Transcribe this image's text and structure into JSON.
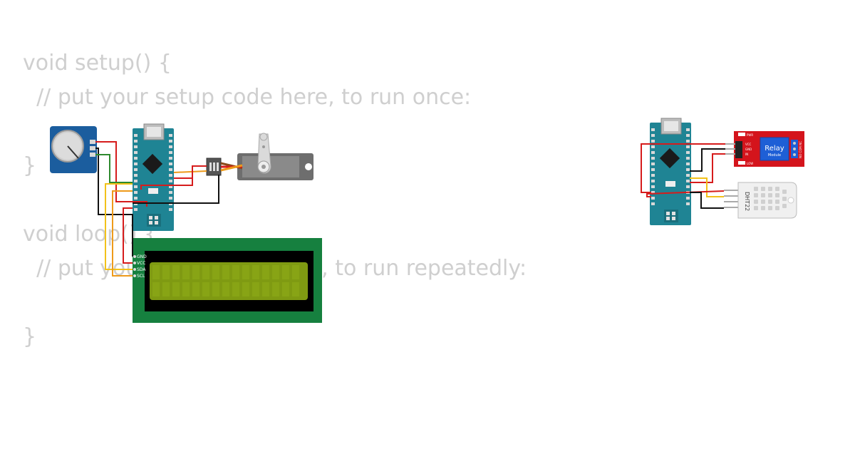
{
  "code": {
    "lines": [
      "void setup() {",
      "  // put your setup code here, to run once:",
      "",
      "}",
      "",
      "void loop() {",
      "  // put your main code here, to run repeatedly:",
      "",
      "}"
    ]
  },
  "components": {
    "lcd": {
      "pins": [
        "GND",
        "VCC",
        "SDA",
        "SCL"
      ]
    },
    "relay": {
      "title": "Relay",
      "subtitle": "Module",
      "pins": [
        "VCC",
        "GND",
        "IN"
      ],
      "led_labels": [
        "PWR",
        "LOW"
      ],
      "terminal_label": "NO COM NC"
    },
    "dht": {
      "label": "DHT22"
    }
  },
  "colors": {
    "code_text": "#cfcfcf",
    "pcb_blue": "#1f8494",
    "pot_blue": "#1b5d9e",
    "lcd_green": "#16803f",
    "lcd_screen": "#7f9a12",
    "relay_red": "#d4141c",
    "wire_red": "#d61c1c",
    "wire_black": "#111111",
    "wire_orange": "#ee9a1a",
    "wire_yellow": "#f2c21a",
    "wire_green": "#2e8a2e"
  }
}
